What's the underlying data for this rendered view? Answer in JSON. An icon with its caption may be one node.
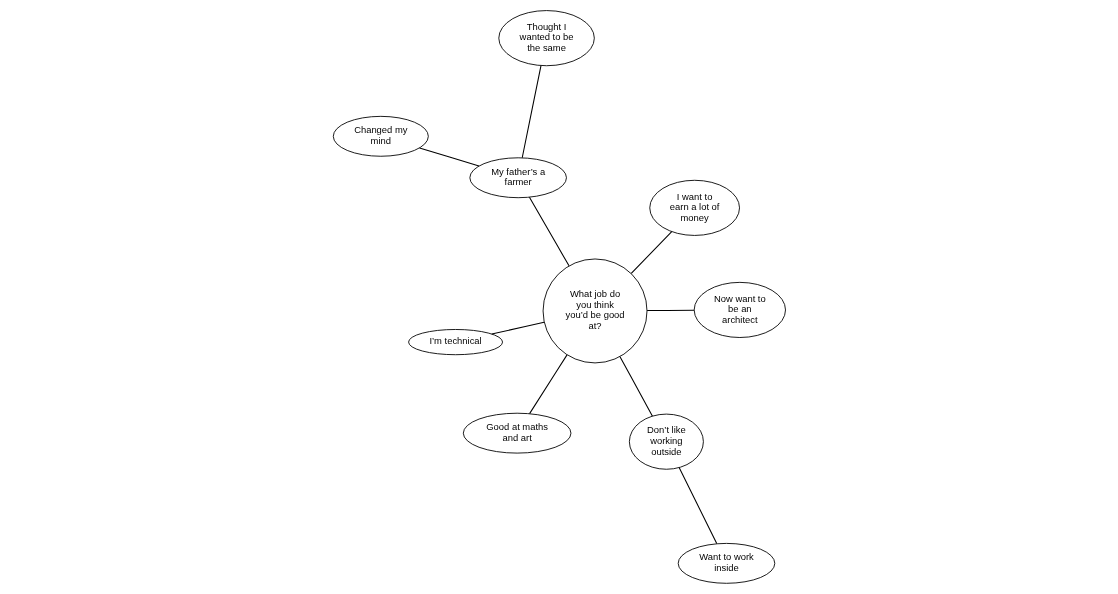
{
  "diagram": {
    "nodes": [
      {
        "text": [
          "What job do you think you’d be good at?"
        ]
      },
      {
        "text": [
          "My father’s a farmer"
        ]
      },
      {
        "text": [
          "Changed my mind"
        ]
      },
      {
        "text": [
          "Thought I wanted to be the same"
        ]
      },
      {
        "text": [
          "I want to earn a lot of money"
        ]
      },
      {
        "text": [
          "I’m technical"
        ]
      },
      {
        "text": [
          "Good at maths and art"
        ]
      },
      {
        "text": [
          "Now want to be an architect"
        ]
      },
      {
        "text": [
          "Don’t like working outside"
        ]
      },
      {
        "text": [
          "Want to work inside"
        ]
      }
    ],
    "edges": [
      {
        "from": 0,
        "to": 1,
        "arrow": "none"
      },
      {
        "from": 1,
        "to": 2,
        "arrow": "none"
      },
      {
        "from": 1,
        "to": 3,
        "arrow": "none"
      },
      {
        "from": 0,
        "to": 4,
        "arrow": "none"
      },
      {
        "from": 0,
        "to": 5,
        "arrow": "none"
      },
      {
        "from": 0,
        "to": 6,
        "arrow": "none"
      },
      {
        "from": 0,
        "to": 7,
        "arrow": "none"
      },
      {
        "from": 0,
        "to": 8,
        "arrow": "none"
      },
      {
        "from": 8,
        "to": 9,
        "arrow": "none"
      }
    ]
  }
}
